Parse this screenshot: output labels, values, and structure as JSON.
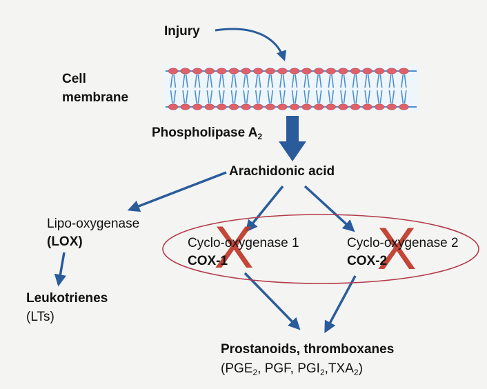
{
  "injury": "Injury",
  "membrane": {
    "line1": "Cell",
    "line2": "membrane"
  },
  "enzyme": {
    "text": "Phospholipase A",
    "sub": "2"
  },
  "arachidonic": "Arachidonic acid",
  "lox": {
    "line1": "Lipo-oxygenase",
    "line2": "(LOX)"
  },
  "leukotrienes": {
    "line1": "Leukotrienes",
    "line2": "(LTs)"
  },
  "cox1": {
    "line1": "Cyclo-oxygenase 1",
    "line2": "COX-1"
  },
  "cox2": {
    "line1": "Cyclo-oxygenase 2",
    "line2": "COX-2"
  },
  "products": {
    "title": "Prostanoids, thromboxanes",
    "list": {
      "p1": "(PGE",
      "s1": "2",
      "p2": ", PGF, PGI",
      "s2": "2",
      "p3": ",TXA",
      "s3": "2",
      "p4": ")"
    }
  },
  "inhibition_mark": "X",
  "colors": {
    "arrow": "#2a5c9c",
    "inhibit": "#c0392b",
    "ellipse": "#b2394a",
    "lipid_head": "#e0606a",
    "lipid_tail": "#4a8fd0"
  }
}
